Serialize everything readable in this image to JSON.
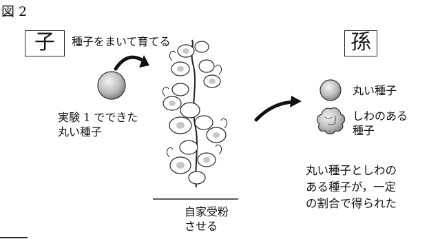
{
  "figure_label": "図 2",
  "child_label": "子",
  "grandchild_label": "孫",
  "sow_caption": "種子をまいて育てる",
  "child_seed_caption": [
    "実験 1 でできた",
    "丸い種子"
  ],
  "round_seed_label": "丸い種子",
  "wrinkled_seed_label": [
    "しわのある",
    "種子"
  ],
  "result_text": [
    "丸い種子としわの",
    "ある種子が，一定",
    "の割合で得られた"
  ],
  "self_pollination_label": [
    "自家受粉",
    "させる"
  ]
}
